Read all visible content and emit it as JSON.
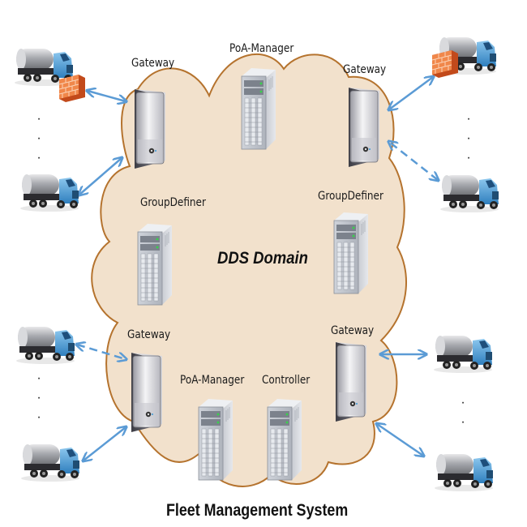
{
  "diagram": {
    "title": "Fleet Management System",
    "domain_label": "DDS Domain",
    "nodes": [
      {
        "id": "gw-tl",
        "label": "Gateway",
        "type": "gateway"
      },
      {
        "id": "poa-top",
        "label": "PoA-Manager",
        "type": "server"
      },
      {
        "id": "gw-tr",
        "label": "Gateway",
        "type": "gateway"
      },
      {
        "id": "gd-left",
        "label": "GroupDefiner",
        "type": "server"
      },
      {
        "id": "gd-right",
        "label": "GroupDefiner",
        "type": "server"
      },
      {
        "id": "gw-bl",
        "label": "Gateway",
        "type": "gateway"
      },
      {
        "id": "poa-bottom",
        "label": "PoA-Manager",
        "type": "server"
      },
      {
        "id": "controller",
        "label": "Controller",
        "type": "server"
      },
      {
        "id": "gw-br",
        "label": "Gateway",
        "type": "gateway"
      }
    ],
    "vehicles": [
      {
        "id": "truck-tl-1",
        "group": "top-left",
        "firewall": true
      },
      {
        "id": "truck-tl-2",
        "group": "top-left",
        "firewall": false
      },
      {
        "id": "truck-tr-1",
        "group": "top-right",
        "firewall": true
      },
      {
        "id": "truck-tr-2",
        "group": "top-right",
        "firewall": false
      },
      {
        "id": "truck-bl-1",
        "group": "bottom-left",
        "firewall": false
      },
      {
        "id": "truck-bl-2",
        "group": "bottom-left",
        "firewall": false
      },
      {
        "id": "truck-br-1",
        "group": "bottom-right",
        "firewall": false
      },
      {
        "id": "truck-br-2",
        "group": "bottom-right",
        "firewall": false
      }
    ],
    "links": [
      {
        "from": "truck-tl-1",
        "to": "gw-tl",
        "style": "solid"
      },
      {
        "from": "truck-tl-2",
        "to": "gw-tl",
        "style": "solid"
      },
      {
        "from": "truck-tr-1",
        "to": "gw-tr",
        "style": "solid"
      },
      {
        "from": "truck-tr-2",
        "to": "gw-tr",
        "style": "dashed"
      },
      {
        "from": "truck-bl-1",
        "to": "gw-bl",
        "style": "dashed"
      },
      {
        "from": "truck-bl-2",
        "to": "gw-bl",
        "style": "solid"
      },
      {
        "from": "truck-br-1",
        "to": "gw-br",
        "style": "solid"
      },
      {
        "from": "truck-br-2",
        "to": "gw-br",
        "style": "solid"
      }
    ],
    "ellipsis": "· · ·",
    "colors": {
      "cloud_fill": "#f2e1cc",
      "cloud_stroke": "#b5732e",
      "arrow": "#5b9bd5",
      "truck_cab": "#4f9fd8",
      "firewall": "#e8743b"
    }
  }
}
